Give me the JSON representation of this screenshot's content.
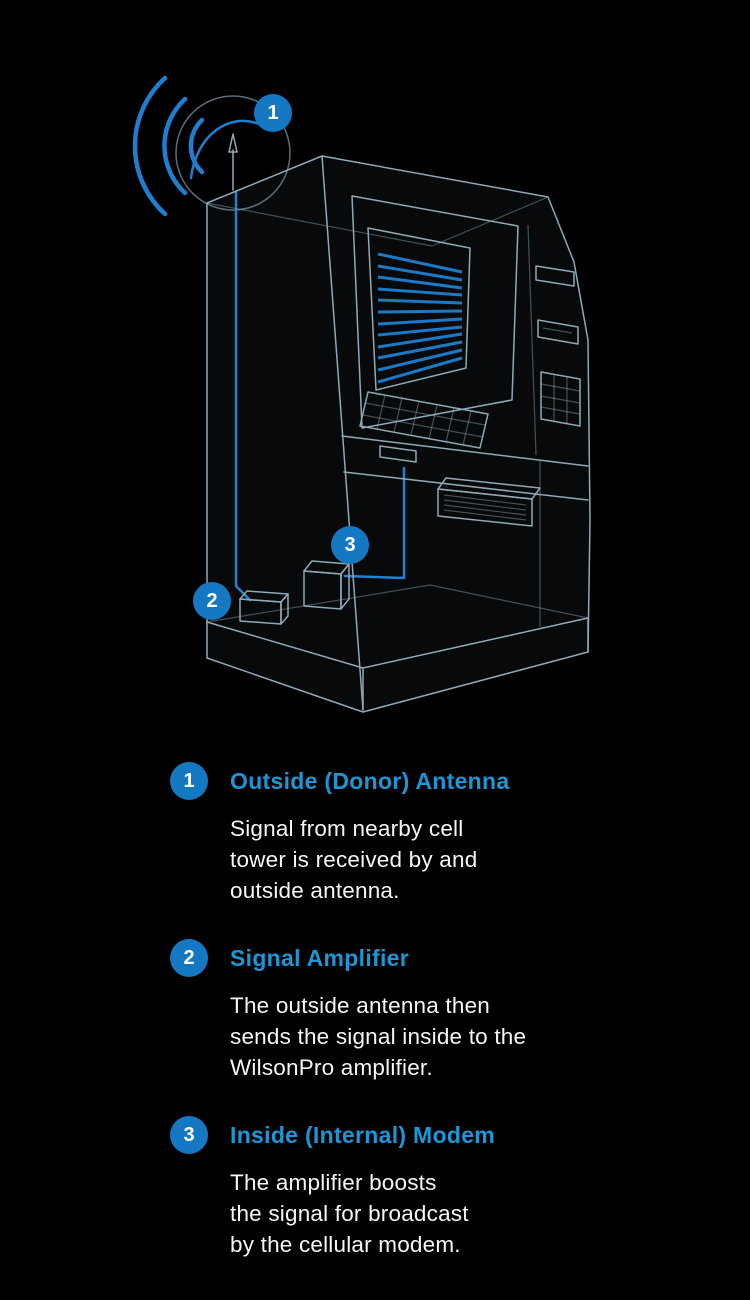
{
  "colors": {
    "background": "#000000",
    "badge_blue": "#1478c2",
    "heading_blue": "#1d96d6",
    "wireframe_light": "#8fa9b7",
    "wireframe_blue": "#1e7fd1",
    "body_text": "#f4f6f7"
  },
  "diagram": {
    "badges": [
      "1",
      "2",
      "3"
    ],
    "icons": {
      "signal": "signal-waves-icon",
      "antenna": "antenna-icon",
      "machine": "atm-wireframe",
      "amplifier": "amplifier-box",
      "modem": "modem-box"
    }
  },
  "legend": {
    "items": [
      {
        "number": "1",
        "title": "Outside (Donor) Antenna",
        "description": "Signal from nearby cell\ntower is received by and\noutside antenna."
      },
      {
        "number": "2",
        "title": "Signal Amplifier",
        "description": "The outside antenna then\nsends the signal inside to the\nWilsonPro amplifier."
      },
      {
        "number": "3",
        "title": "Inside (Internal) Modem",
        "description": "The amplifier boosts\nthe signal for broadcast\nby the cellular modem."
      }
    ]
  }
}
